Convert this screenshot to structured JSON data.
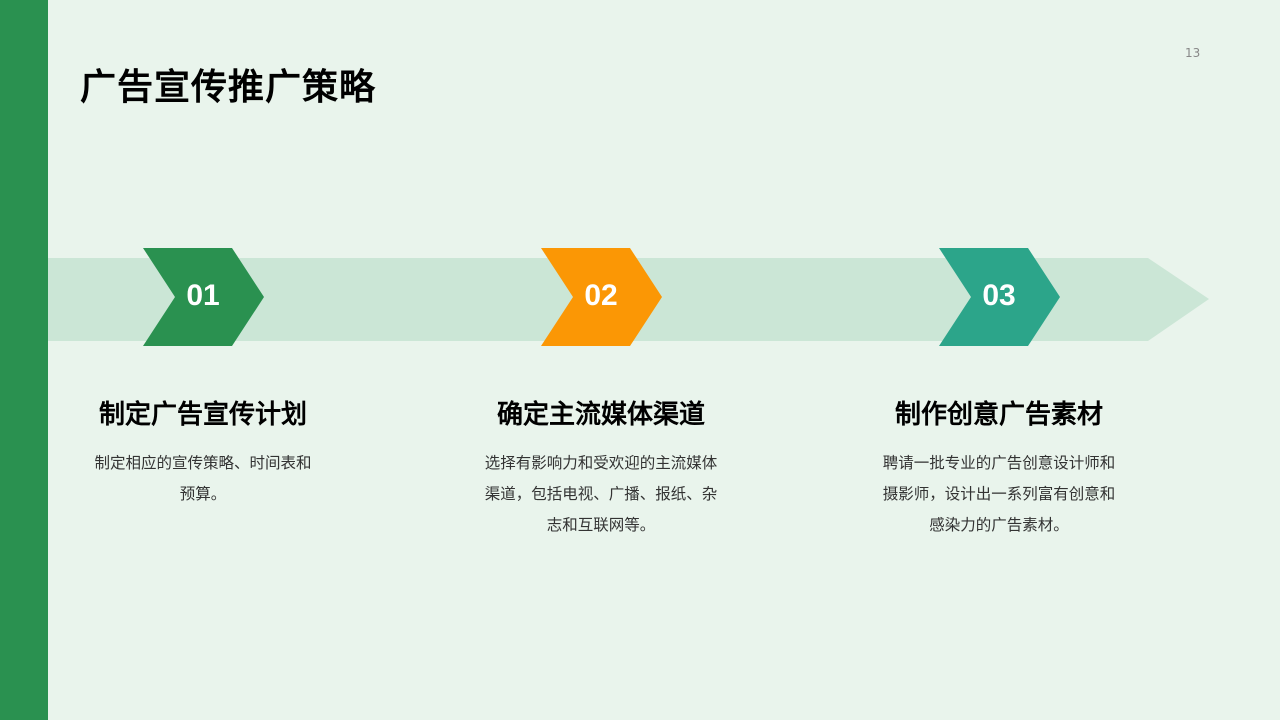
{
  "slide": {
    "title": "广告宣传推广策略",
    "page_number": "13"
  },
  "colors": {
    "sidebar": "#2a9150",
    "band": "#cbe6d6",
    "step1": "#2a9150",
    "step2": "#fb9705",
    "step3": "#2ca58a"
  },
  "steps": [
    {
      "number": "01",
      "heading": "制定广告宣传计划",
      "lines": [
        "制定相应的宣传策略、时间表和",
        "预算。"
      ]
    },
    {
      "number": "02",
      "heading": "确定主流媒体渠道",
      "lines": [
        "选择有影响力和受欢迎的主流媒体",
        "渠道，包括电视、广播、报纸、杂",
        "志和互联网等。"
      ]
    },
    {
      "number": "03",
      "heading": "制作创意广告素材",
      "lines": [
        "聘请一批专业的广告创意设计师和",
        "摄影师，设计出一系列富有创意和",
        "感染力的广告素材。"
      ]
    }
  ]
}
